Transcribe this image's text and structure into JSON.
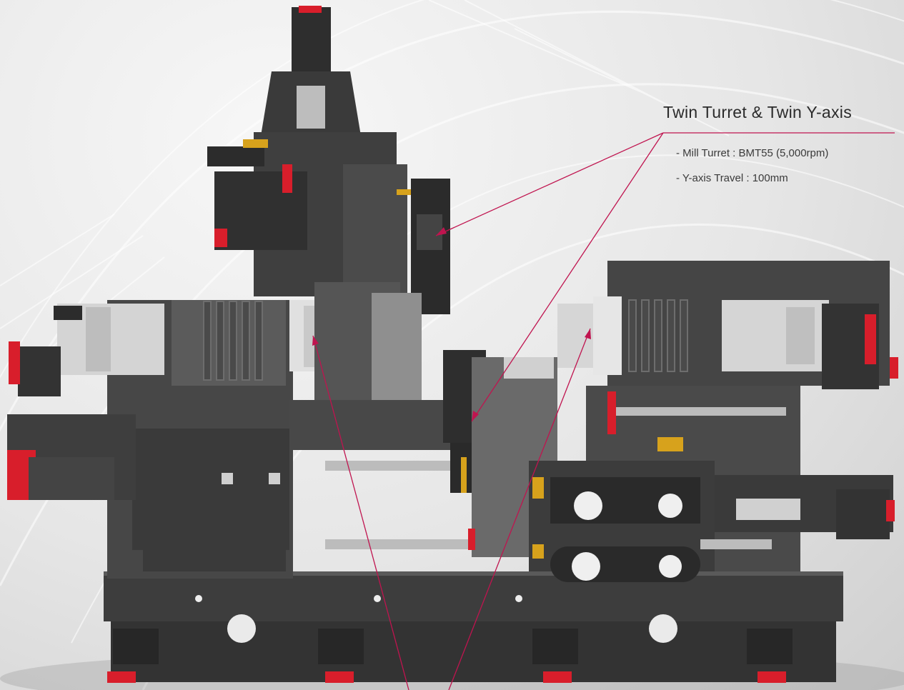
{
  "callout": {
    "title": "Twin Turret & Twin Y-axis",
    "specs": [
      "- Mill Turret : BMT55 (5,000rpm)",
      "- Y-axis Travel : 100mm"
    ]
  },
  "colors": {
    "accent_red": "#d81e2b",
    "leader_line": "#c0144f",
    "machine_dark": "#3c3c3c",
    "machine_mid": "#5a5a5a",
    "chuck_silver": "#cfcfcf",
    "gold_detail": "#d7a21c"
  },
  "image": {
    "subject": "twin-spindle-twin-turret-cnc-lathe"
  }
}
